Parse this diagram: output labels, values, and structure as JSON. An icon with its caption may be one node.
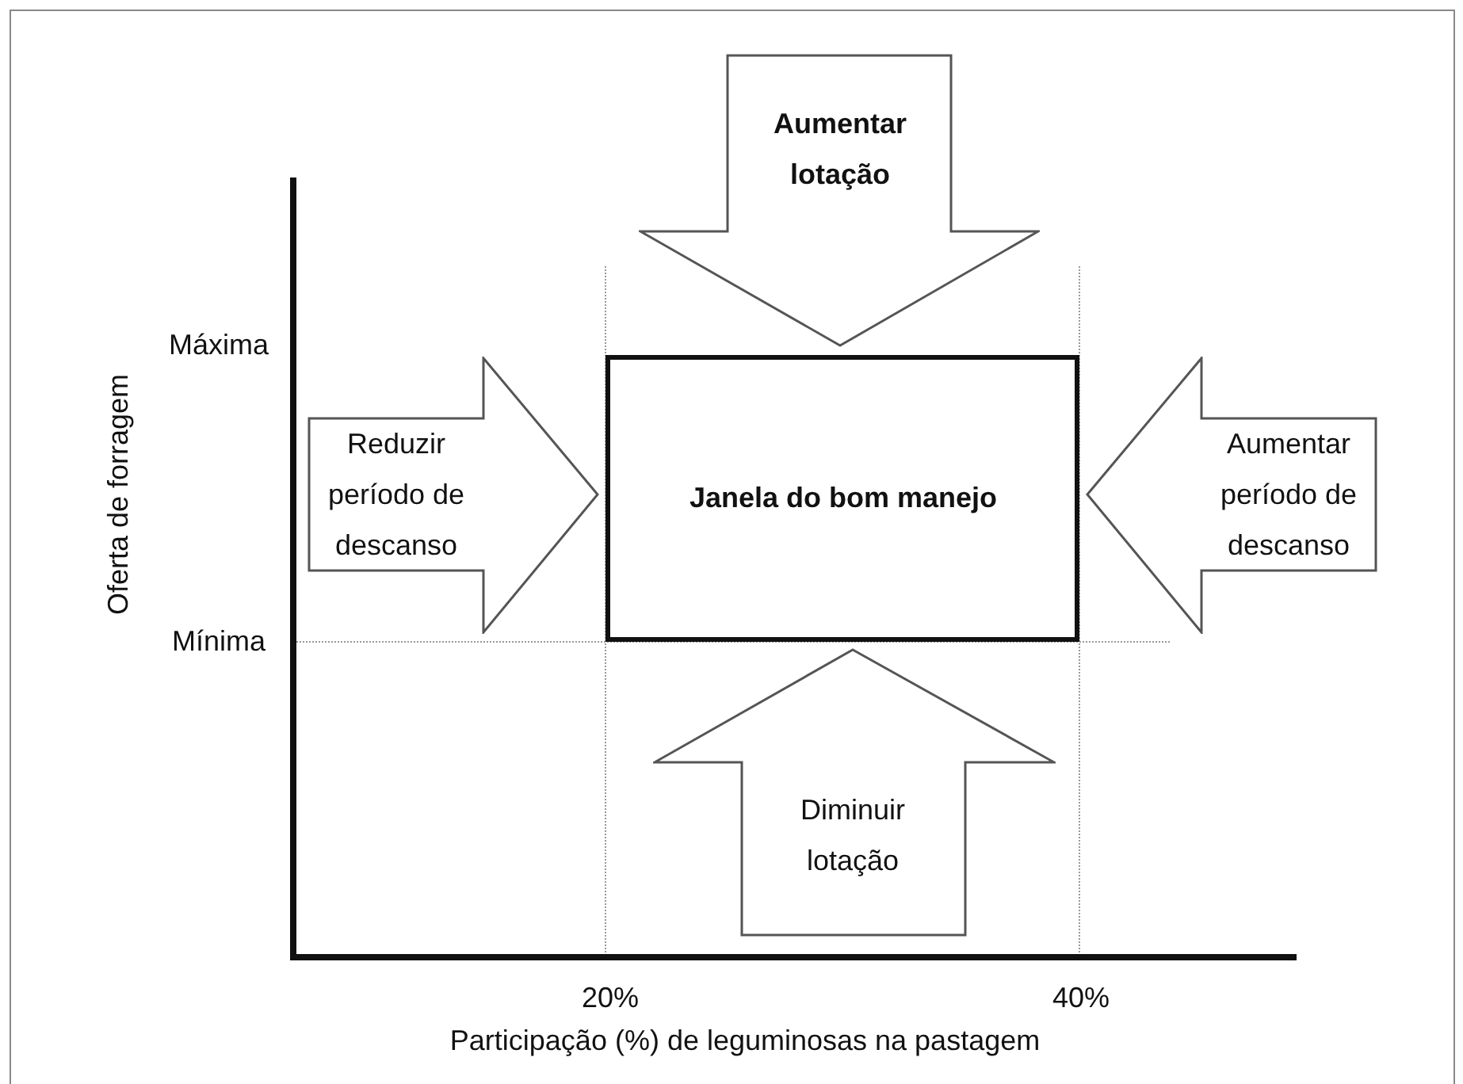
{
  "diagram": {
    "nodes": [
      {
        "text": [
          "Janela do bom manejo"
        ]
      },
      {
        "text": [
          "Aumentar lotação"
        ]
      },
      {
        "text": [
          "Reduzir período de descanso"
        ]
      },
      {
        "text": [
          "Aumentar período de descanso"
        ]
      },
      {
        "text": [
          "Diminuir lotação"
        ]
      }
    ],
    "labels": [
      "Oferta de forragem",
      "Máxima",
      "Mínima",
      "20%",
      "40%",
      "Participação (%) de leguminosas na pastagem"
    ]
  }
}
